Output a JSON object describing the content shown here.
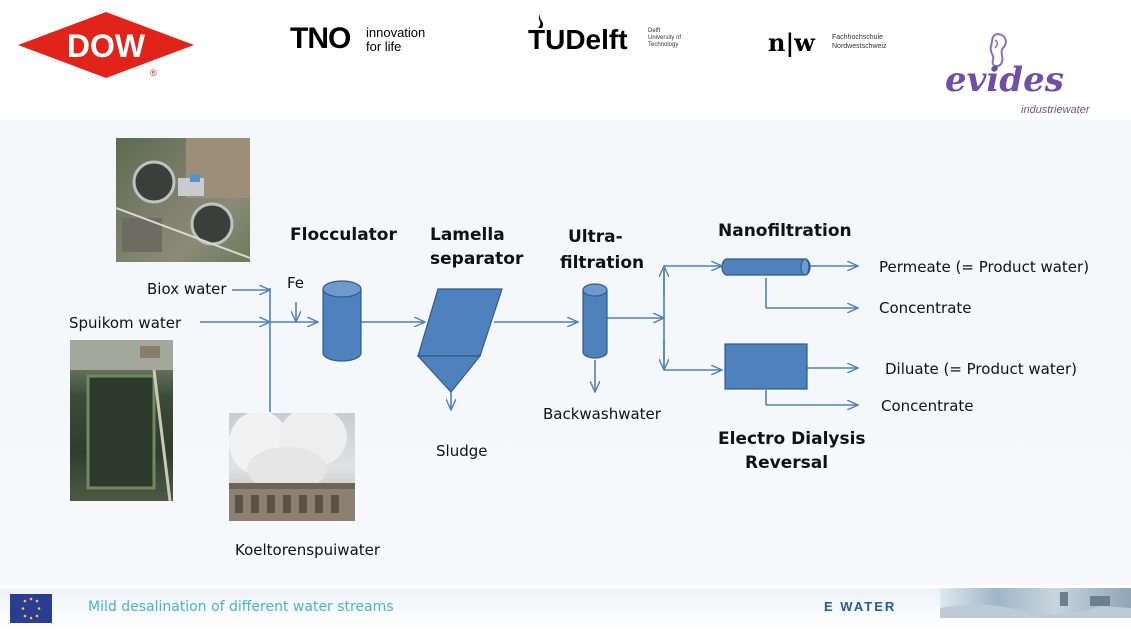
{
  "logos": {
    "dow": "DOW",
    "dow_mark": "®",
    "tno": "TNO",
    "tno_tagline_1": "innovation",
    "tno_tagline_2": "for life",
    "tudelft": "TUDelft",
    "tudelft_small_1": "Delft",
    "tudelft_small_2": "University of",
    "tudelft_small_3": "Technology",
    "fhnw": "n|w",
    "fhnw_small_1": "Fachhochschule",
    "fhnw_small_2": "Nordwestschweiz",
    "evides": "evides",
    "evides_sub": "industriewater"
  },
  "diagram": {
    "flocculator": "Flocculator",
    "lamella_1": "Lamella",
    "lamella_2": "separator",
    "ultra_1": "Ultra-",
    "ultra_2": "filtration",
    "nanofiltration": "Nanofiltration",
    "edr_1": "Electro Dialysis",
    "edr_2": "Reversal",
    "biox_water": "Biox water",
    "fe": "Fe",
    "spuikom_water": "Spuikom water",
    "sludge": "Sludge",
    "backwashwater": "Backwashwater",
    "koeltoren": "Koeltorenspuiwater",
    "permeate": "Permeate (= Product water)",
    "concentrate_1": "Concentrate",
    "diluate": "Diluate (= Product water)",
    "concentrate_2": "Concentrate"
  },
  "footer": {
    "title": "Mild desalination of different water streams",
    "project_logo": "E WATER"
  },
  "colors": {
    "accent_blue": "#4f81bd",
    "shape_fill": "#4f81bd",
    "shape_stroke": "#2e5c8a",
    "dow_red": "#e2231a",
    "footer_text": "#4bb3c9"
  }
}
